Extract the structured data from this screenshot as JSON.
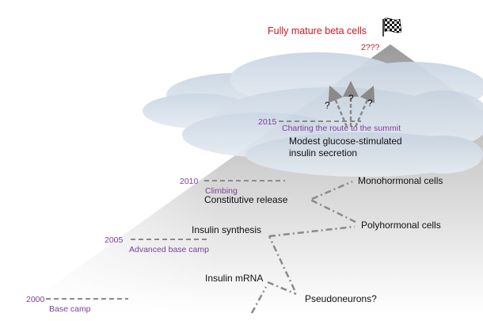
{
  "summit": {
    "title": "Fully mature beta cells",
    "year": "2???"
  },
  "milestones": [
    {
      "year": "2000",
      "label": "Base camp"
    },
    {
      "year": "2005",
      "label": "Advanced base camp"
    },
    {
      "year": "2010",
      "label": "Climbing"
    },
    {
      "year": "2015",
      "label": "Charting the route to the summit"
    }
  ],
  "stages": {
    "insulin_mrna": "Insulin mRNA",
    "pseudoneurons": "Pseudoneurons?",
    "insulin_synthesis": "Insulin synthesis",
    "polyhormonal": "Polyhormonal cells",
    "constitutive": "Constitutive release",
    "monohormonal": "Monohormonal cells",
    "gsis_line1": "Modest glucose-stimulated",
    "gsis_line2": "insulin secretion"
  },
  "unknowns": [
    "?",
    "?",
    "?"
  ],
  "colors": {
    "summit_text": "#d2161e",
    "milestone_text": "#7b3fa0",
    "route": "#8a8a8a",
    "flag": "checkered-flag-icon"
  }
}
